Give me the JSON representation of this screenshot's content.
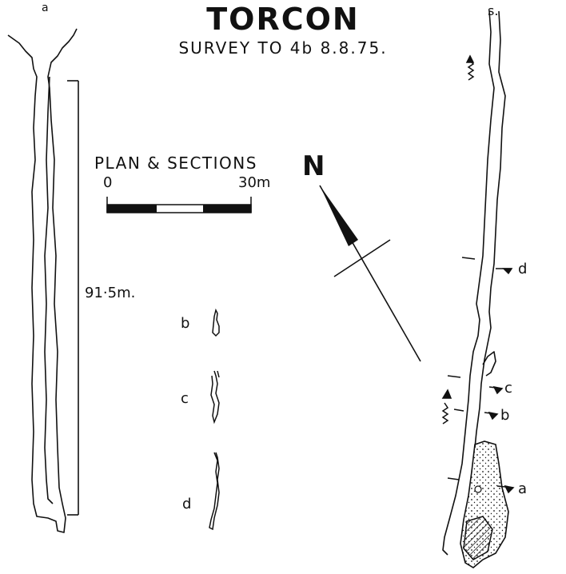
{
  "title": "TORCON",
  "subtitle": "SURVEY TO 4b   8.8.75.",
  "scale": {
    "heading": "PLAN & SECTIONS",
    "start_label": "0",
    "end_label": "30m"
  },
  "long_section": {
    "end_label": "a",
    "depth_label": "91·5m."
  },
  "north_arrow": {
    "letter": "N"
  },
  "plan": {
    "top_label": "s.",
    "section_marks": [
      {
        "letter": "d"
      },
      {
        "letter": "c"
      },
      {
        "letter": "b"
      },
      {
        "letter": "a"
      }
    ]
  },
  "cross_sections": [
    {
      "letter": "b"
    },
    {
      "letter": "c"
    },
    {
      "letter": "d"
    }
  ],
  "colors": {
    "ink": "#111111",
    "paper": "#ffffff"
  }
}
